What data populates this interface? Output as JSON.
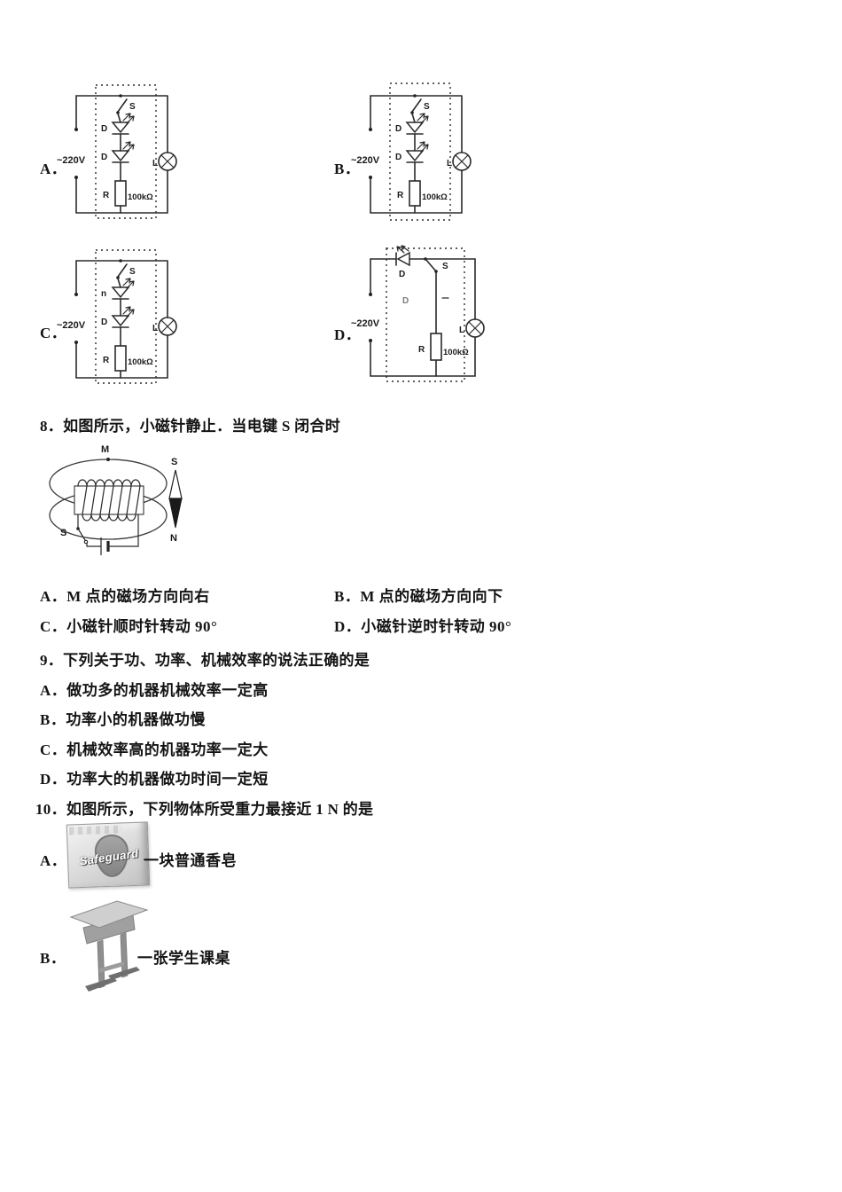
{
  "q7": {
    "circuits": {
      "A": {
        "key": "A．",
        "voltage": "~220V",
        "switch_label": "S",
        "diode_labels": [
          "D",
          "D"
        ],
        "resistor_label": "R",
        "resistance": "100kΩ",
        "lamp_label": "L"
      },
      "B": {
        "key": "B．",
        "voltage": "~220V",
        "switch_label": "S",
        "diode_labels": [
          "D",
          "D"
        ],
        "resistor_label": "R",
        "resistance": "100kΩ",
        "lamp_label": "L"
      },
      "C": {
        "key": "C．",
        "voltage": "~220V",
        "switch_label": "S",
        "diode_labels": [
          "n",
          "D"
        ],
        "resistor_label": "R",
        "resistance": "100kΩ",
        "lamp_label": "L"
      },
      "D": {
        "key": "D．",
        "voltage": "~220V",
        "switch_label": "S",
        "diode_label": "D",
        "mid_label": "D",
        "resistor_label": "R",
        "resistance": "100kΩ",
        "lamp_label": "L"
      }
    }
  },
  "q8": {
    "stem": "8．如图所示，小磁针静止．当电键 S 闭合时",
    "figure": {
      "point_label": "M",
      "switch_label": "S",
      "needle_south": "S",
      "needle_north": "N"
    },
    "options": {
      "A": "A．M 点的磁场方向向右",
      "B": "B．M 点的磁场方向向下",
      "C": "C．小磁针顺时针转动 90°",
      "D": "D．小磁针逆时针转动 90°"
    }
  },
  "q9": {
    "stem": "9．下列关于功、功率、机械效率的说法正确的是",
    "options": {
      "A": "A．做功多的机器机械效率一定高",
      "B": "B．功率小的机器做功慢",
      "C": "C．机械效率高的机器功率一定大",
      "D": "D．功率大的机器做功时间一定短"
    }
  },
  "q10": {
    "stem": "10．如图所示，下列物体所受重力最接近 1 N 的是",
    "options": {
      "A": {
        "key": "A．",
        "brand": "Safeguard",
        "caption": "一块普通香皂"
      },
      "B": {
        "key": "B．",
        "caption": "一张学生课桌"
      }
    }
  }
}
